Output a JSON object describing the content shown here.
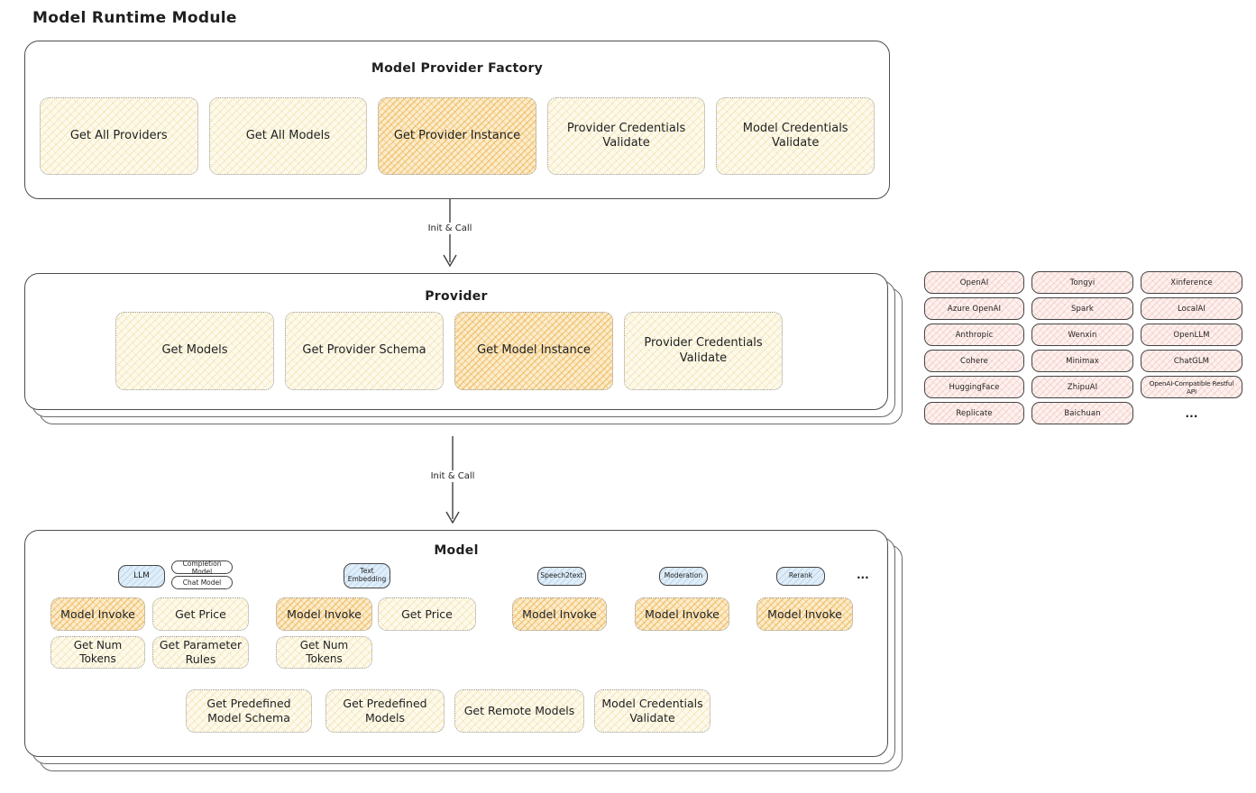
{
  "page": {
    "title": "Model Runtime Module"
  },
  "colors": {
    "yellow_fill": "#fdfaec",
    "orange_fill": "#fbeccb",
    "pink_fill": "#fdf1ef",
    "blue_fill": "#e0eef9",
    "outline": "#4d4d4d"
  },
  "factory": {
    "title": "Model Provider Factory",
    "items": [
      {
        "label": "Get All Providers"
      },
      {
        "label": "Get All Models"
      },
      {
        "label": "Get Provider Instance"
      },
      {
        "label": "Provider Credentials Validate"
      },
      {
        "label": "Model Credentials Validate"
      }
    ]
  },
  "arrows": {
    "init_call_1": "Init & Call",
    "init_call_2": "Init & Call"
  },
  "provider": {
    "title": "Provider",
    "items": [
      {
        "label": "Get Models"
      },
      {
        "label": "Get Provider Schema"
      },
      {
        "label": "Get Model Instance"
      },
      {
        "label": "Provider Credentials Validate"
      }
    ]
  },
  "provider_list": {
    "cells": [
      "OpenAI",
      "Tongyi",
      "Xinference",
      "Azure OpenAI",
      "Spark",
      "LocalAI",
      "Anthropic",
      "Wenxin",
      "OpenLLM",
      "Cohere",
      "Minimax",
      "ChatGLM",
      "HuggingFace",
      "ZhipuAI",
      "OpenAI-Compatible Restful API",
      "Replicate",
      "Baichuan",
      "..."
    ]
  },
  "model": {
    "title": "Model",
    "tabs": {
      "llm": "LLM",
      "completion": "Completion Model",
      "chat": "Chat Model",
      "text_embedding": "Text Embedding",
      "speech2text": "Speech2text",
      "moderation": "Moderation",
      "rerank": "Rerank",
      "more": "..."
    },
    "llm": {
      "invoke": "Model Invoke",
      "price": "Get Price",
      "tokens": "Get Num Tokens",
      "rules": "Get Parameter Rules"
    },
    "text_embedding": {
      "invoke": "Model Invoke",
      "price": "Get Price",
      "tokens": "Get Num Tokens"
    },
    "speech2text": {
      "invoke": "Model Invoke"
    },
    "moderation": {
      "invoke": "Model Invoke"
    },
    "rerank": {
      "invoke": "Model Invoke"
    },
    "bottom": [
      "Get Predefined Model Schema",
      "Get Predefined Models",
      "Get Remote Models",
      "Model Credentials Validate"
    ]
  }
}
